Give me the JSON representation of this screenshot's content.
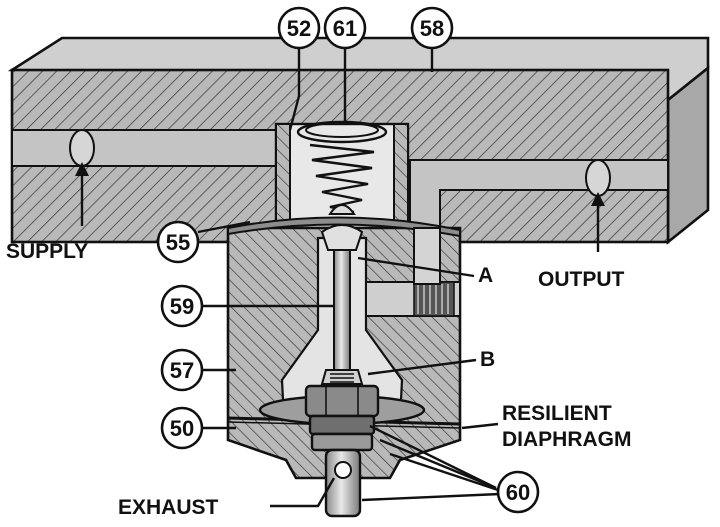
{
  "callouts": {
    "c52": "52",
    "c61": "61",
    "c58": "58",
    "c55": "55",
    "c59": "59",
    "c57": "57",
    "c50": "50",
    "c60": "60"
  },
  "labels": {
    "supply": "SUPPLY",
    "output": "OUTPUT",
    "a": "A",
    "b": "B",
    "resilient_line1": "RESILIENT",
    "resilient_line2": "DIAPHRAGM",
    "exhaust": "EXHAUST"
  },
  "colors": {
    "body_fill": "#b9b9b9",
    "body_shade": "#9a9a9a",
    "outline": "#111111"
  }
}
